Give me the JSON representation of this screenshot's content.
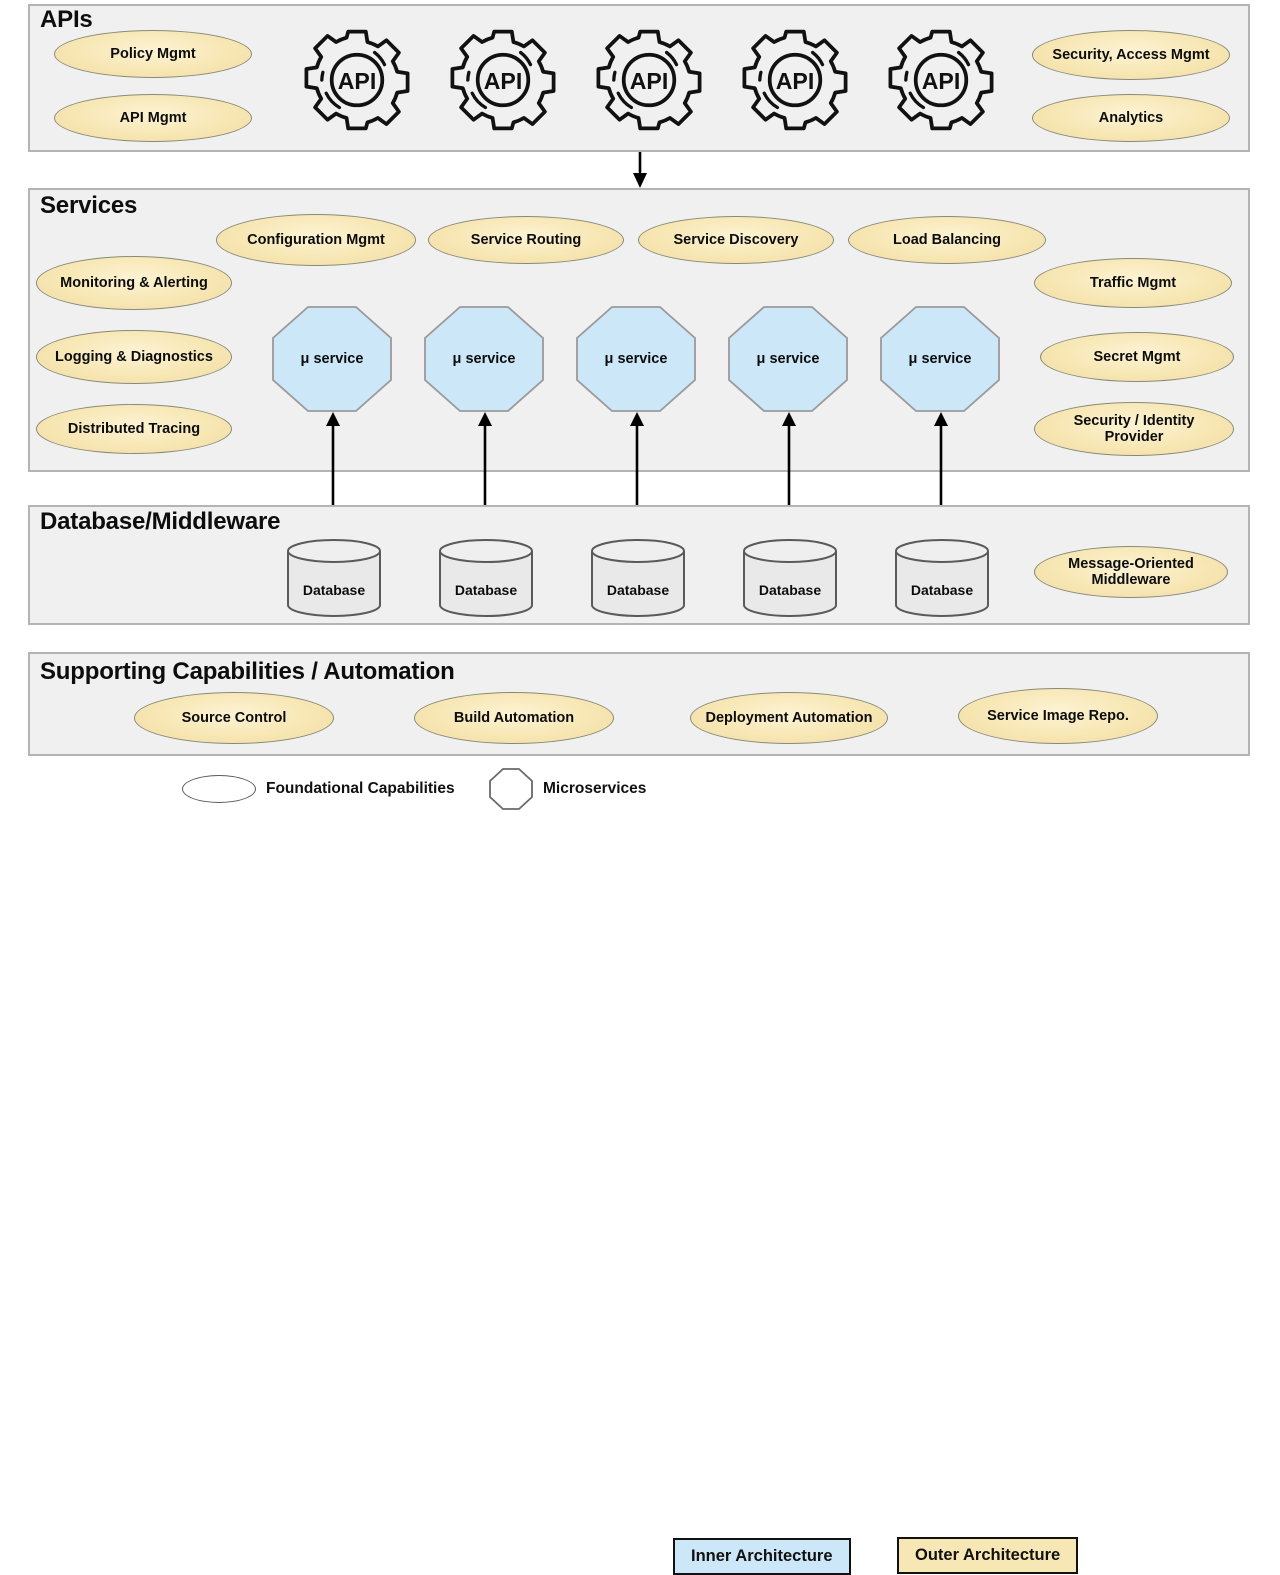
{
  "diagram": {
    "legend": {
      "items": [
        {
          "shape": "ellipse-icon",
          "label": "Foundational Capabilities"
        },
        {
          "shape": "octagon-icon",
          "label": "Microservices"
        },
        {
          "shape": "box-blue",
          "label": "Inner Architecture"
        },
        {
          "shape": "box-tan",
          "label": "Outer Architecture"
        }
      ]
    },
    "colors": {
      "band_fill": "#f0f0f0",
      "band_border": "#b4b4b4",
      "ellipse_fill": "#f7e7b4",
      "ellipse_border": "#8a8a7a",
      "octagon_fill": "#cbe7f8",
      "octagon_border": "#9a9a9a",
      "cylinder_fill": "#e8e8e8",
      "cylinder_border": "#5a5a5a",
      "arrow": "#000000",
      "text": "#0d0d0d"
    },
    "sections": [
      {
        "id": "apis",
        "title": "APIs",
        "capabilities_left": [
          {
            "label": "Policy Mgmt"
          },
          {
            "label": "API Mgmt"
          }
        ],
        "icons": [
          {
            "name": "api-gear-icon",
            "label": "API"
          },
          {
            "name": "api-gear-icon",
            "label": "API"
          },
          {
            "name": "api-gear-icon",
            "label": "API"
          },
          {
            "name": "api-gear-icon",
            "label": "API"
          },
          {
            "name": "api-gear-icon",
            "label": "API"
          }
        ],
        "capabilities_right": [
          {
            "label": "Security, Access Mgmt"
          },
          {
            "label": "Analytics"
          }
        ]
      },
      {
        "id": "services",
        "title": "Services",
        "capabilities_left": [
          {
            "label": "Monitoring & Alerting"
          },
          {
            "label": "Logging & Diagnostics"
          },
          {
            "label": "Distributed Tracing"
          }
        ],
        "capabilities_top": [
          {
            "label": "Configuration Mgmt"
          },
          {
            "label": "Service Routing"
          },
          {
            "label": "Service Discovery"
          },
          {
            "label": "Load Balancing"
          }
        ],
        "microservices": [
          {
            "label": "μ service"
          },
          {
            "label": "μ service"
          },
          {
            "label": "μ service"
          },
          {
            "label": "μ service"
          },
          {
            "label": "μ service"
          }
        ],
        "capabilities_right": [
          {
            "label": "Traffic Mgmt"
          },
          {
            "label": "Secret Mgmt"
          },
          {
            "label": "Security / Identity Provider"
          }
        ]
      },
      {
        "id": "database-middleware",
        "title": "Database/Middleware",
        "databases": [
          {
            "label": "Database"
          },
          {
            "label": "Database"
          },
          {
            "label": "Database"
          },
          {
            "label": "Database"
          },
          {
            "label": "Database"
          }
        ],
        "capabilities_right": [
          {
            "label": "Message-Oriented Middleware"
          }
        ]
      },
      {
        "id": "supporting",
        "title": "Supporting Capabilities / Automation",
        "capabilities": [
          {
            "label": "Source Control"
          },
          {
            "label": "Build Automation"
          },
          {
            "label": "Deployment Automation"
          },
          {
            "label": "Service Image Repo."
          }
        ]
      }
    ]
  }
}
